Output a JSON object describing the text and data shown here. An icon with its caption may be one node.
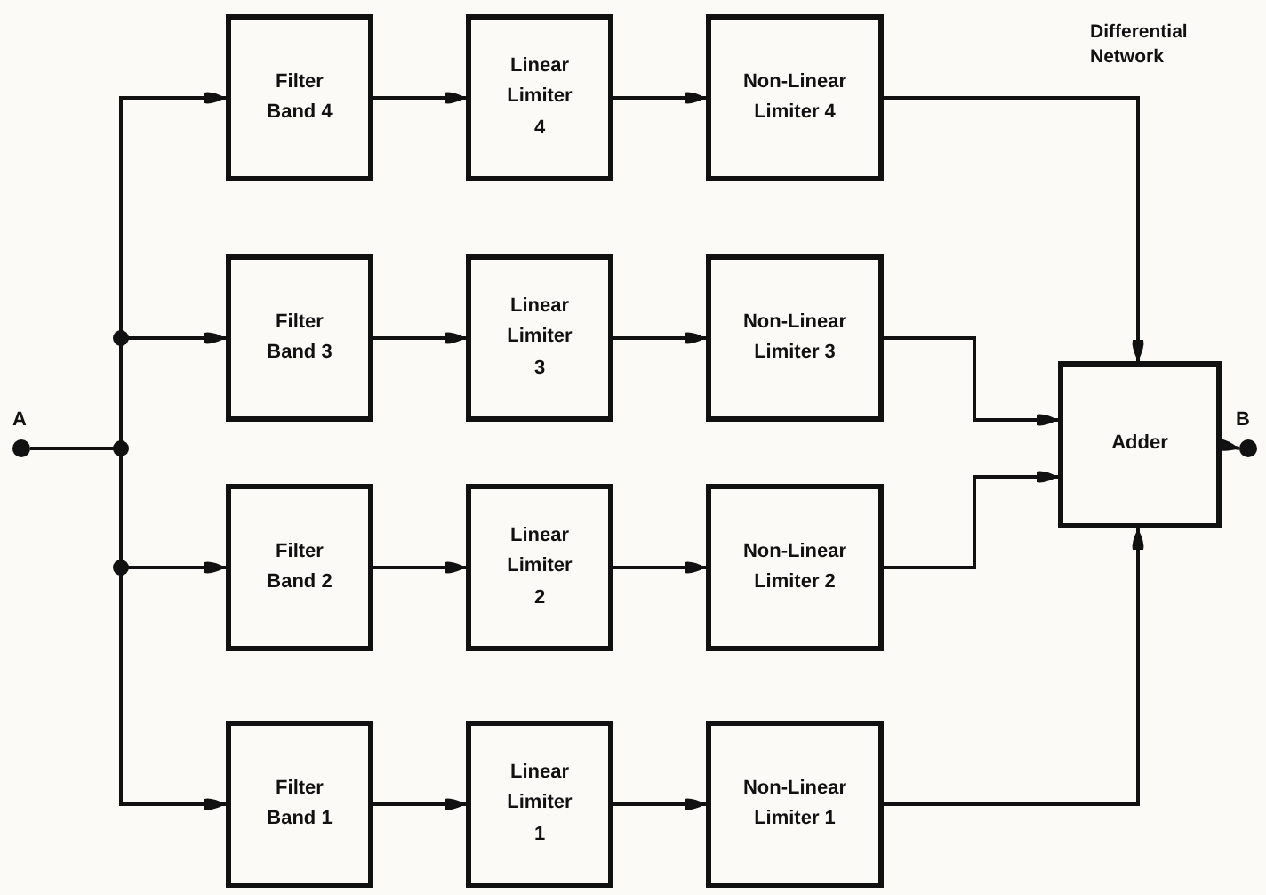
{
  "diagram": {
    "nodes": [
      {
        "text": [
          "A"
        ]
      },
      {
        "text": [
          "Filter Band 4"
        ]
      },
      {
        "text": [
          "Linear Limiter 4"
        ]
      },
      {
        "text": [
          "Non-Linear Limiter 4"
        ]
      },
      {
        "text": [
          "Filter Band 3"
        ]
      },
      {
        "text": [
          "Linear Limiter 3"
        ]
      },
      {
        "text": [
          "Non-Linear Limiter 3"
        ]
      },
      {
        "text": [
          "Filter Band 2"
        ]
      },
      {
        "text": [
          "Linear Limiter 2"
        ]
      },
      {
        "text": [
          "Non-Linear Limiter 2"
        ]
      },
      {
        "text": [
          "Filter Band 1"
        ]
      },
      {
        "text": [
          "Linear Limiter 1"
        ]
      },
      {
        "text": [
          "Non-Linear Limiter 1"
        ]
      },
      {
        "text": [
          "Adder"
        ]
      },
      {
        "text": [
          "B"
        ]
      }
    ],
    "edges": [
      {
        "from": 0,
        "to": 1,
        "arrow": "to"
      },
      {
        "from": 0,
        "to": 4,
        "arrow": "to"
      },
      {
        "from": 0,
        "to": 7,
        "arrow": "to"
      },
      {
        "from": 0,
        "to": 10,
        "arrow": "to"
      },
      {
        "from": 1,
        "to": 2,
        "arrow": "to"
      },
      {
        "from": 2,
        "to": 3,
        "arrow": "to"
      },
      {
        "from": 4,
        "to": 5,
        "arrow": "to"
      },
      {
        "from": 5,
        "to": 6,
        "arrow": "to"
      },
      {
        "from": 7,
        "to": 8,
        "arrow": "to"
      },
      {
        "from": 8,
        "to": 9,
        "arrow": "to"
      },
      {
        "from": 10,
        "to": 11,
        "arrow": "to"
      },
      {
        "from": 11,
        "to": 12,
        "arrow": "to"
      },
      {
        "from": 3,
        "to": 13,
        "arrow": "to"
      },
      {
        "from": 6,
        "to": 13,
        "arrow": "to"
      },
      {
        "from": 9,
        "to": 13,
        "arrow": "to"
      },
      {
        "from": 12,
        "to": 13,
        "arrow": "to"
      },
      {
        "from": 13,
        "to": 14,
        "arrow": "to"
      }
    ],
    "labels": [
      "Differential Network"
    ]
  }
}
